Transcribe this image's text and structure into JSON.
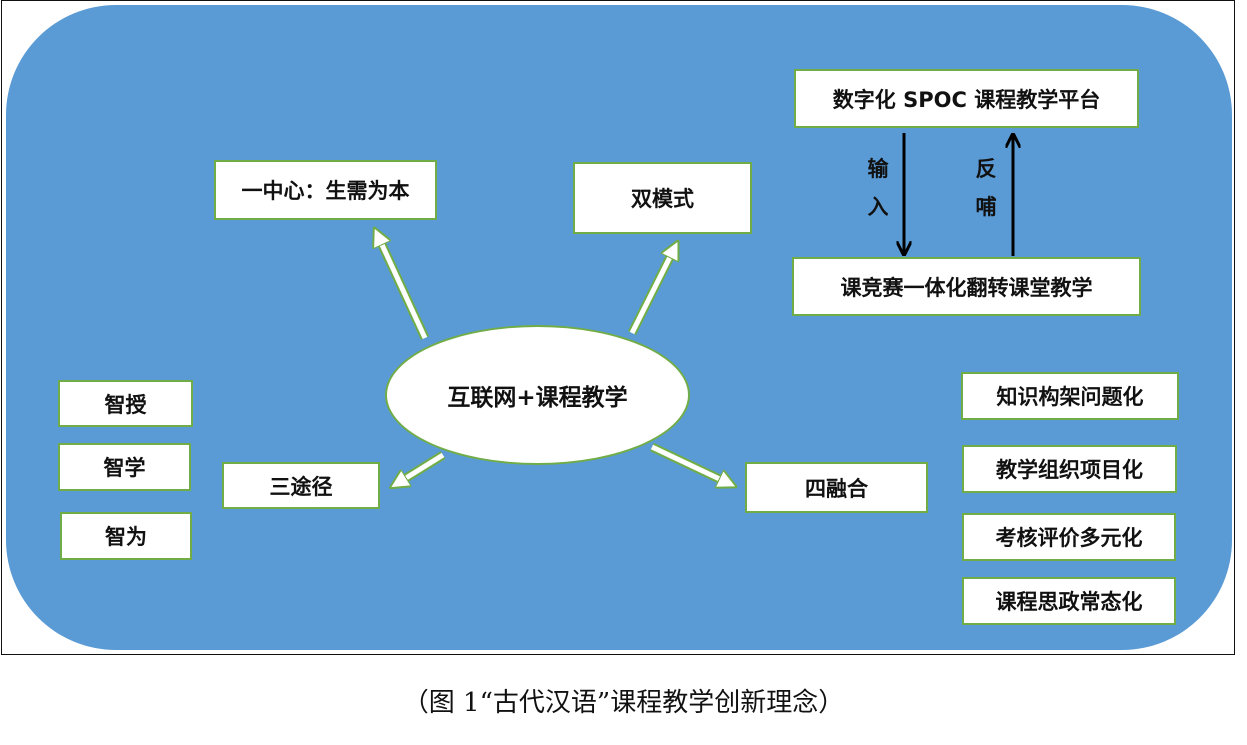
{
  "center": "互联网+课程教学",
  "nodes": {
    "one_center": "一中心：生需为本",
    "dual_mode": "双模式",
    "three_paths": "三途径",
    "four_fusions": "四融合"
  },
  "dual_mode_detail": {
    "platform": "数字化 SPOC 课程教学平台",
    "classroom": "课竞赛一体化翻转课堂教学",
    "input_label": [
      "输",
      "入"
    ],
    "feedback_label": [
      "反",
      "哺"
    ]
  },
  "three_paths_items": [
    "智授",
    "智学",
    "智为"
  ],
  "four_fusions_items": [
    "知识构架问题化",
    "教学组织项目化",
    "考核评价多元化",
    "课程思政常态化"
  ],
  "caption": "（图 1“古代汉语”课程教学创新理念）",
  "colors": {
    "background": "#5b9bd5",
    "box_border": "#70ad47",
    "box_fill": "#ffffff"
  }
}
